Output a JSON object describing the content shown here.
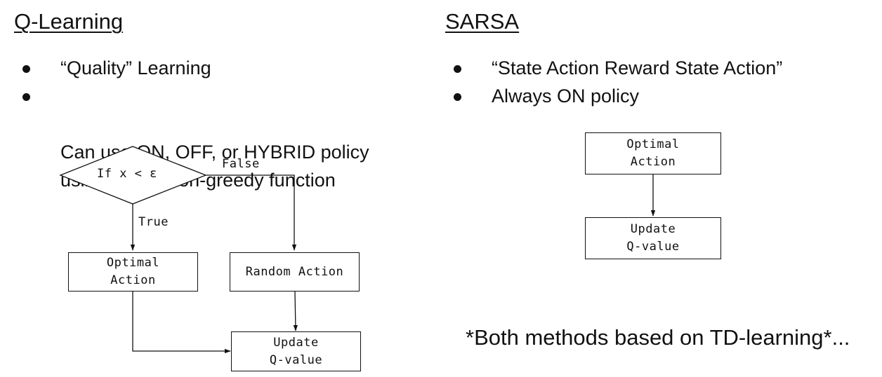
{
  "q_learning": {
    "title": "Q-Learning",
    "bullets": [
      {
        "text": "“Quality” Learning"
      },
      {
        "text": "Can use ON, OFF, or HYBRID policy\nusing an Epsilon-greedy function"
      }
    ],
    "flow": {
      "decision": "If x < ε",
      "false_label": "False",
      "true_label": "True",
      "optimal_action": "Optimal\nAction",
      "random_action": "Random Action",
      "update_q": "Update\nQ-value"
    }
  },
  "sarsa": {
    "title": "SARSA",
    "bullets": [
      {
        "text": "“State Action Reward State Action”"
      },
      {
        "text": "Always ON policy"
      }
    ],
    "flow": {
      "optimal_action": "Optimal\nAction",
      "update_q": "Update\nQ-value"
    }
  },
  "footnote": "*Both methods based on TD-learning*..."
}
